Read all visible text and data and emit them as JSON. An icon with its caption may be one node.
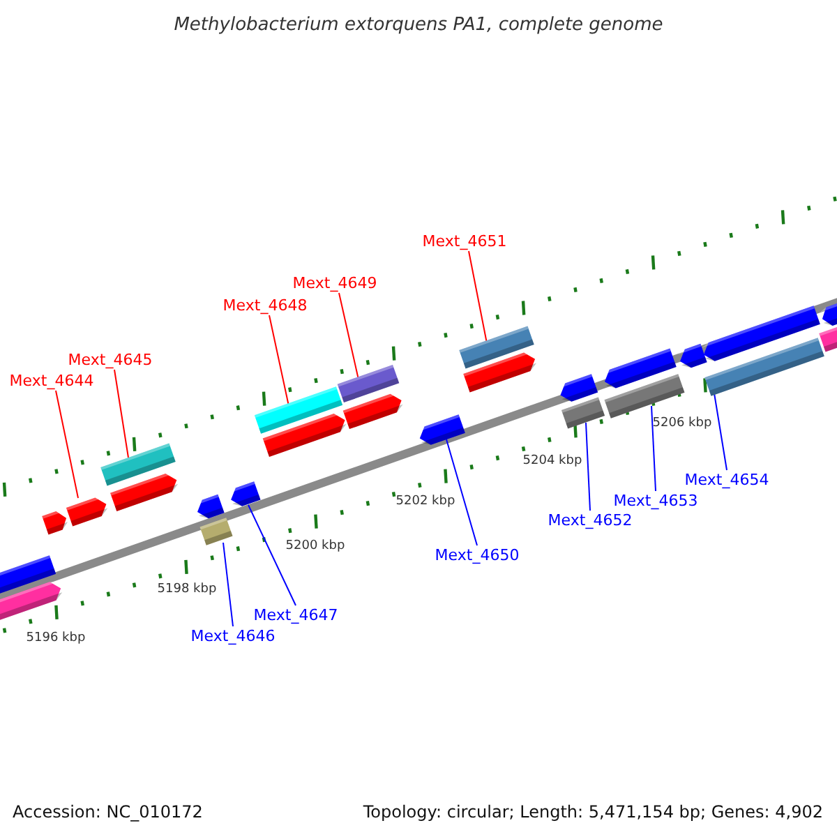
{
  "diagram": {
    "title": "Methylobacterium extorquens PA1, complete genome",
    "nodes": [
      {
        "text": [
          "Mext_4644"
        ]
      },
      {
        "text": [
          "Mext_4645"
        ]
      },
      {
        "text": [
          "Mext_4648"
        ]
      },
      {
        "text": [
          "Mext_4649"
        ]
      },
      {
        "text": [
          "Mext_4651"
        ]
      },
      {
        "text": [
          "Mext_4646"
        ]
      },
      {
        "text": [
          "Mext_4647"
        ]
      },
      {
        "text": [
          "Mext_4650"
        ]
      },
      {
        "text": [
          "Mext_4652"
        ]
      },
      {
        "text": [
          "Mext_4653"
        ]
      },
      {
        "text": [
          "Mext_4654"
        ]
      },
      {
        "text": [],
        "shape": "arrow"
      },
      {
        "text": [],
        "shape": "bar"
      },
      {
        "text": [],
        "shape": "bar"
      },
      {
        "text": [],
        "shape": "bar"
      },
      {
        "text": [],
        "shape": "bar"
      },
      {
        "text": [],
        "shape": "bar"
      },
      {
        "text": [],
        "shape": "arrow"
      },
      {
        "text": [],
        "shape": "arrow"
      },
      {
        "text": [],
        "shape": "bar"
      },
      {
        "text": [],
        "shape": "bar"
      },
      {
        "text": [],
        "shape": "bar"
      },
      {
        "text": [],
        "shape": "arrow"
      },
      {
        "text": [],
        "shape": "arrow"
      },
      {
        "text": [],
        "shape": "arrow"
      },
      {
        "text": [],
        "shape": "arrow"
      },
      {
        "text": [],
        "shape": "arrow"
      },
      {
        "text": [],
        "shape": "arrow"
      },
      {
        "text": [],
        "shape": "arrow"
      },
      {
        "text": [],
        "shape": "arrow"
      },
      {
        "text": [],
        "shape": "bar"
      },
      {
        "text": [],
        "shape": "bar"
      },
      {
        "text": [],
        "shape": "arrow"
      },
      {
        "text": [],
        "shape": "arrow"
      },
      {
        "text": [],
        "shape": "arrow"
      },
      {
        "text": [],
        "shape": "arrow"
      }
    ],
    "edges": [
      {
        "from": 0,
        "to": 11,
        "arrow": "none",
        "color": "#ff0000"
      },
      {
        "from": 1,
        "to": 12,
        "arrow": "none",
        "color": "#ff0000"
      },
      {
        "from": 2,
        "to": 13,
        "arrow": "none",
        "color": "#ff0000"
      },
      {
        "from": 3,
        "to": 14,
        "arrow": "none",
        "color": "#ff0000"
      },
      {
        "from": 4,
        "to": 15,
        "arrow": "none",
        "color": "#ff0000"
      },
      {
        "from": 5,
        "to": 16,
        "arrow": "none"
      },
      {
        "from": 6,
        "to": 17,
        "arrow": "none"
      },
      {
        "from": 7,
        "to": 18,
        "arrow": "none"
      },
      {
        "from": 8,
        "to": 19,
        "arrow": "none"
      },
      {
        "from": 9,
        "to": 20,
        "arrow": "none"
      },
      {
        "from": 10,
        "to": 21,
        "arrow": "none"
      }
    ],
    "labels": [
      "5196 kbp",
      "5198 kbp",
      "5200 kbp",
      "5202 kbp",
      "5204 kbp",
      "5206 kbp",
      "Accession: NC_010172",
      "Topology: circular; Length: 5,471,154 bp; Genes: 4,902"
    ]
  }
}
